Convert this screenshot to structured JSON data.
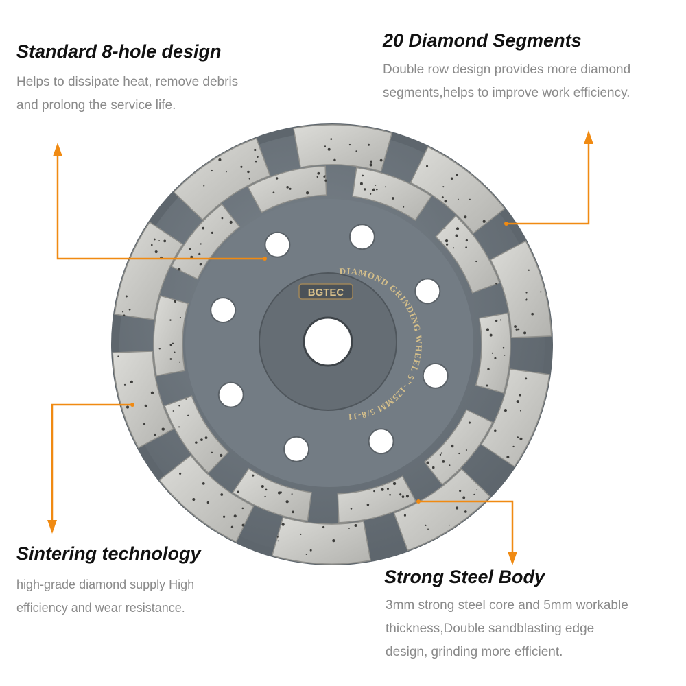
{
  "callouts": {
    "top_left": {
      "title": "Standard 8-hole design",
      "lines": [
        "Helps to dissipate heat, remove debris",
        "and prolong the service life."
      ]
    },
    "top_right": {
      "title": "20 Diamond Segments",
      "lines": [
        "Double row design provides more diamond",
        "segments,helps to improve work efficiency."
      ]
    },
    "bottom_left": {
      "title": "Sintering technology",
      "lines": [
        "high-grade diamond supply High",
        "efficiency and wear resistance."
      ]
    },
    "bottom_right": {
      "title": "Strong Steel Body",
      "lines": [
        "3mm strong steel core and 5mm workable",
        "thickness,Double sandblasting edge",
        "design, grinding more efficient."
      ]
    }
  },
  "wheel": {
    "brand": "BGTEC",
    "inscription": "DIAMOND GRINDING WHEEL 5\"-125MM 5/8-11",
    "hole_count": 8,
    "segment_count": 20,
    "colors": {
      "body": "#6f7880",
      "hub": "#5f676e",
      "segment": "#c9c9c6",
      "arrow": "#f08a12",
      "title": "#111111",
      "desc": "#8a8a8a"
    }
  }
}
